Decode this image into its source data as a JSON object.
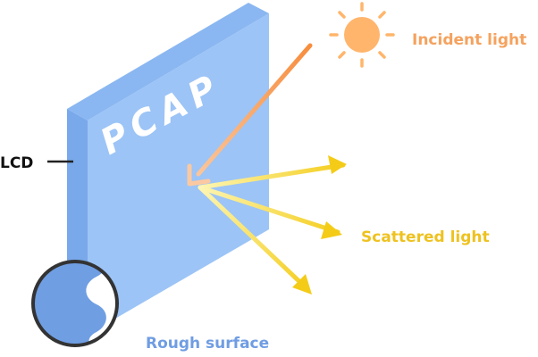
{
  "labels": {
    "panel": "PCAP",
    "lcd": "LCD",
    "incident": "Incident light",
    "scattered": "Scattered light",
    "rough": "Rough surface"
  },
  "colors": {
    "panel_front": "#9cc4f6",
    "panel_side": "#79a9ea",
    "panel_top": "#8ab7f1",
    "sun": "#ffb56b",
    "incident_arrow": "#f79a4e",
    "scattered_arrow": "#f6d020",
    "incident_text": "#f5a25e",
    "scattered_text": "#eec220",
    "rough_text": "#6f9de3",
    "lcd_text": "#111111"
  },
  "icons": {
    "sun": "sun-icon",
    "magnifier": "magnifier-circle"
  }
}
